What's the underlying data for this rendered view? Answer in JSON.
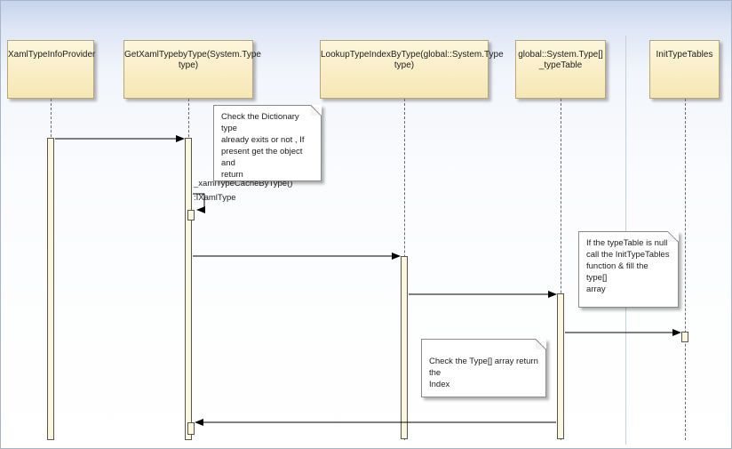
{
  "lifelines": [
    {
      "id": "xaml-type-info-provider",
      "lines": [
        "XamlTypeInfoProvider"
      ]
    },
    {
      "id": "get-xaml-type-by-type",
      "lines": [
        "GetXamlTypebyType(System.Type",
        "type)"
      ]
    },
    {
      "id": "lookup-type-index-by-type",
      "lines": [
        "LookupTypeIndexByType(global::System.Type",
        "type)"
      ]
    },
    {
      "id": "type-table",
      "lines": [
        "global::System.Type[]",
        "_typeTable"
      ]
    },
    {
      "id": "init-type-tables",
      "lines": [
        "InitTypeTables"
      ]
    }
  ],
  "notes": {
    "dictionary_check": [
      "Check the Dictionary type",
      "already exits or not , If",
      "present get the object and",
      "return"
    ],
    "type_table_null": [
      "If the typeTable is null",
      "call the InitTypeTables",
      "function & fill the type[]",
      "array"
    ],
    "return_index": [
      "Check the Type[] array return the",
      "Index"
    ]
  },
  "messages": {
    "self_call_label": "_xamlTypeCacheByType()",
    "self_return_label": ":IXamlType"
  }
}
